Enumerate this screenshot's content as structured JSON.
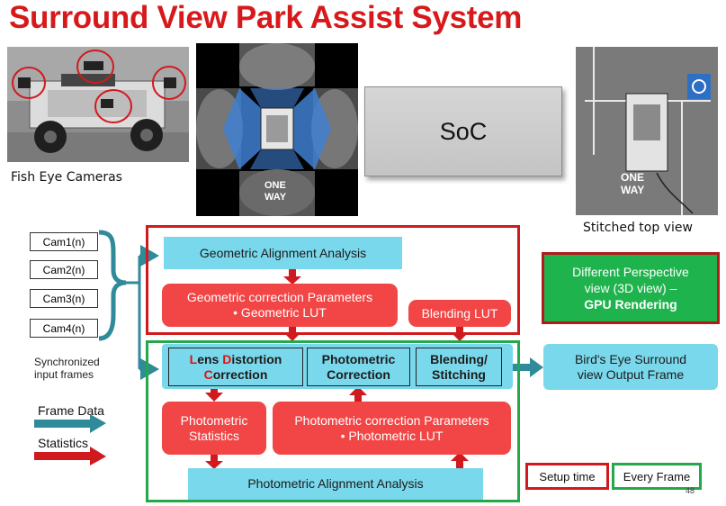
{
  "title": "Surround View Park Assist System",
  "captions": {
    "fisheye": "Fish Eye Cameras",
    "stitched": "Stitched top view"
  },
  "soc_label": "SoC",
  "cameras": [
    "Cam1(n)",
    "Cam2(n)",
    "Cam3(n)",
    "Cam4(n)"
  ],
  "sync_label": [
    "Synchronized",
    "input frames"
  ],
  "legend": {
    "frame_data": "Frame Data",
    "statistics": "Statistics",
    "setup_time": "Setup time",
    "every_frame": "Every Frame"
  },
  "setup_block": {
    "geo_analysis": "Geometric Alignment Analysis",
    "geo_params_line1": "Geometric correction Parameters",
    "geo_params_line2": "•  Geometric LUT",
    "blending_lut": "Blending LUT"
  },
  "frame_block": {
    "lens_line1_parts": [
      "L",
      "ens ",
      "D",
      "istortion"
    ],
    "lens_line2_parts": [
      "C",
      "orrection"
    ],
    "photometric_correction": [
      "Photometric",
      "Correction"
    ],
    "blending": [
      "Blending/",
      "Stitching"
    ],
    "photo_stats": [
      "Photometric",
      "Statistics"
    ],
    "photo_params_line1": "Photometric correction Parameters",
    "photo_params_line2": "•  Photometric LUT",
    "photo_analysis": "Photometric Alignment Analysis"
  },
  "output": [
    "Bird's Eye Surround",
    "view Output Frame"
  ],
  "gpu_box": {
    "line1": "Different Perspective",
    "line2": "view (3D view) –",
    "line3": "GPU Rendering"
  },
  "photo_overlays": {
    "one": "ONE",
    "way": "WAY"
  },
  "page_number": "48",
  "colors": {
    "title_red": "#d7191c",
    "cyan": "#7ad8ec",
    "red_box": "#f24545",
    "teal_arrow": "#2f8a9a",
    "green": "#24a84a"
  }
}
